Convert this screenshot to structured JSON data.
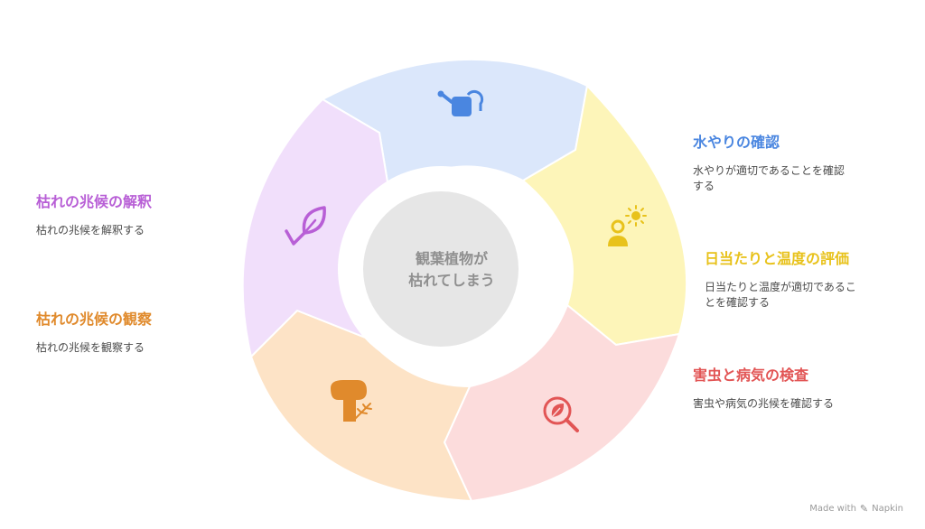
{
  "center": {
    "line1": "観葉植物が",
    "line2": "枯れてしまう"
  },
  "segments": [
    {
      "id": "water",
      "title": "水やりの確認",
      "desc": "水やりが適切であることを確認する",
      "fill": "#dbe7fb",
      "accent": "#4a86e0",
      "icon": "watering-can-icon"
    },
    {
      "id": "sun",
      "title": "日当たりと温度の評価",
      "desc": "日当たりと温度が適切であることを確認する",
      "fill": "#fdf5b9",
      "accent": "#e8c21b",
      "icon": "person-sun-icon"
    },
    {
      "id": "pest",
      "title": "害虫と病気の検査",
      "desc": "害虫や病気の兆候を確認する",
      "fill": "#fcdcdc",
      "accent": "#e25555",
      "icon": "magnifier-leaf-icon"
    },
    {
      "id": "observe",
      "title": "枯れの兆候の観察",
      "desc": "枯れの兆候を観察する",
      "fill": "#fde3c6",
      "accent": "#e08a2c",
      "icon": "dead-tree-icon"
    },
    {
      "id": "interpret",
      "title": "枯れの兆候の解釈",
      "desc": "枯れの兆候を解釈する",
      "fill": "#f1dffb",
      "accent": "#b85fd6",
      "icon": "leaf-check-icon"
    }
  ],
  "labels": {
    "water": {
      "title": "水やりの確認",
      "desc_l1": "水やりが適切であることを確認",
      "desc_l2": "する"
    },
    "sun": {
      "title": "日当たりと温度の評価",
      "desc_l1": "日当たりと温度が適切であるこ",
      "desc_l2": "とを確認する"
    },
    "pest": {
      "title": "害虫と病気の検査",
      "desc_l1": "害虫や病気の兆候を確認する"
    },
    "interpret": {
      "title": "枯れの兆候の解釈",
      "desc_l1": "枯れの兆候を解釈する"
    },
    "observe": {
      "title": "枯れの兆候の観察",
      "desc_l1": "枯れの兆候を観察する"
    }
  },
  "footer": {
    "made_with": "Made with",
    "brand": "Napkin"
  }
}
